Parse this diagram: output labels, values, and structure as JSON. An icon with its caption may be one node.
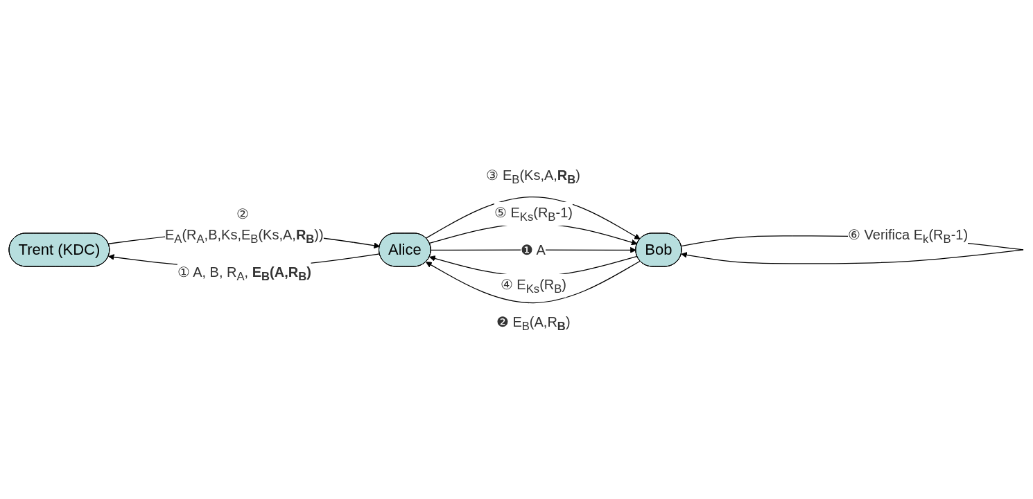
{
  "diagram": {
    "nodes": [
      {
        "text": [
          "Trent (KDC)"
        ]
      },
      {
        "text": [
          "Alice"
        ]
      },
      {
        "text": [
          "Bob"
        ]
      }
    ],
    "edges": [
      {
        "from": 1,
        "to": 0,
        "arrow": "to",
        "label": "① A, B, R$_{A}$, **E$_{B}$(A,R$_{B}$)**"
      },
      {
        "from": 0,
        "to": 1,
        "arrow": "to",
        "label": "② E$_{A}$(R$_{A}$,B,Ks,E$_{B}$(Ks,A,**R$_{B}$**))"
      },
      {
        "from": 1,
        "to": 2,
        "arrow": "to",
        "label": "③ E$_{B}$(Ks,A,**R$_{B}$**)"
      },
      {
        "from": 2,
        "to": 1,
        "arrow": "to",
        "label": "④ E$_{Ks}$(R$_{B}$)"
      },
      {
        "from": 1,
        "to": 2,
        "arrow": "to",
        "label": "⑤ E$_{Ks}$(R$_{B}$-1)"
      },
      {
        "from": 2,
        "to": 2,
        "arrow": "to",
        "label": "⑥ Verifica E$_{k}$(R$_{B}$-1)"
      },
      {
        "from": 1,
        "to": 2,
        "arrow": "to",
        "label": "❶ A"
      },
      {
        "from": 2,
        "to": 1,
        "arrow": "to",
        "label": "❷ E$_{B}$(A,R**$_{B}$**)"
      }
    ]
  }
}
